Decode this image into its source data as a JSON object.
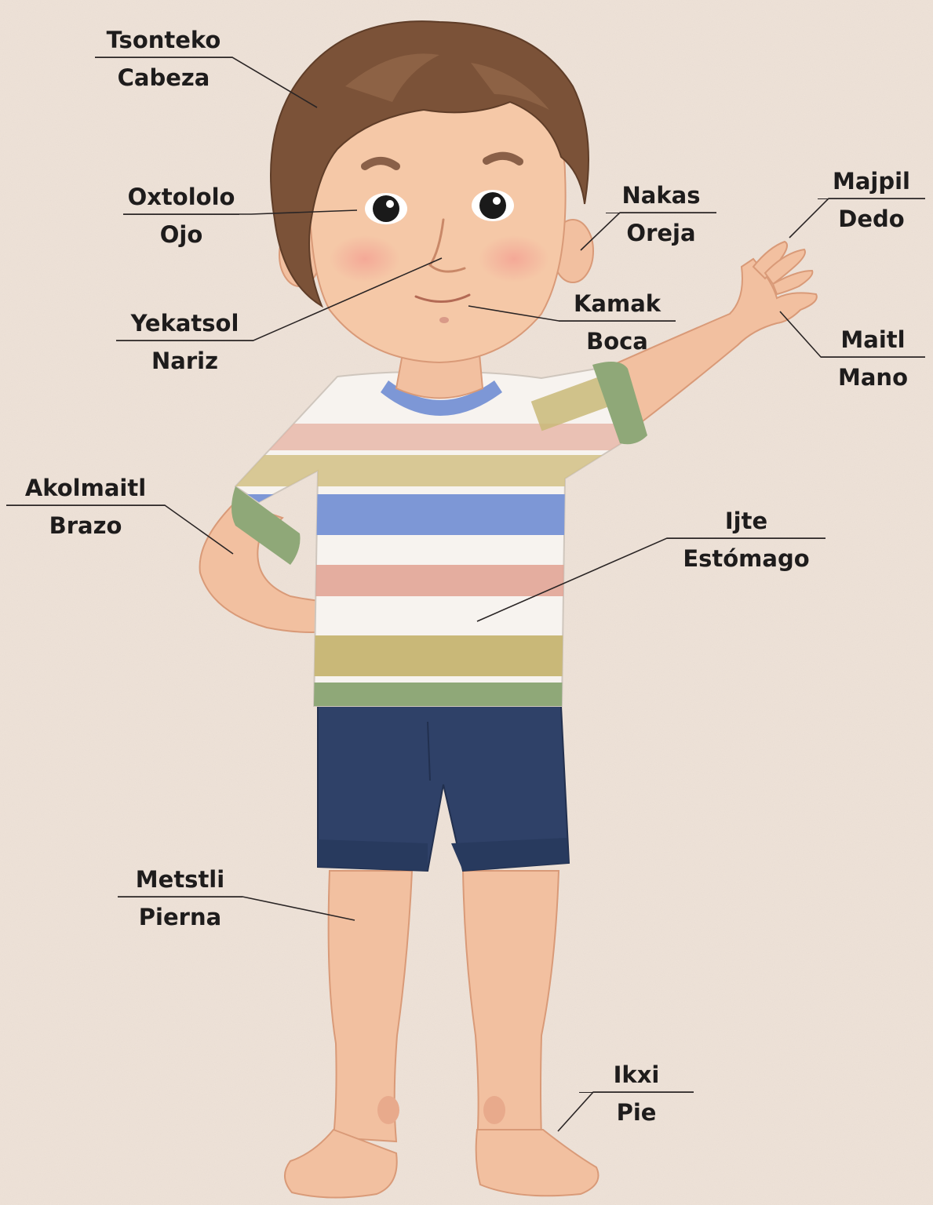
{
  "colors": {
    "background": "#efe3d9",
    "label_text": "#1e1c1c",
    "leader_line": "#2a2525",
    "hair": "#7b5238",
    "skin": "#f4c4a3",
    "shirt_base": "#f7f3ef",
    "shirt_blue": "#7d97d6",
    "shirt_pink": "#e0a090",
    "shirt_olive": "#c9b878",
    "shirt_green": "#8fa878",
    "shorts": "#2f4168"
  },
  "labels": {
    "head": {
      "nahuatl": "Tsonteko",
      "spanish": "Cabeza"
    },
    "eye": {
      "nahuatl": "Oxtololo",
      "spanish": "Ojo"
    },
    "nose": {
      "nahuatl": "Yekatsol",
      "spanish": "Nariz"
    },
    "ear": {
      "nahuatl": "Nakas",
      "spanish": "Oreja"
    },
    "mouth": {
      "nahuatl": "Kamak",
      "spanish": "Boca"
    },
    "finger": {
      "nahuatl": "Majpil",
      "spanish": "Dedo"
    },
    "hand": {
      "nahuatl": "Maitl",
      "spanish": "Mano"
    },
    "arm": {
      "nahuatl": "Akolmaitl",
      "spanish": "Brazo"
    },
    "stomach": {
      "nahuatl": "Ijte",
      "spanish": "Estómago"
    },
    "leg": {
      "nahuatl": "Metstli",
      "spanish": "Pierna"
    },
    "foot": {
      "nahuatl": "Ikxi",
      "spanish": "Pie"
    }
  }
}
